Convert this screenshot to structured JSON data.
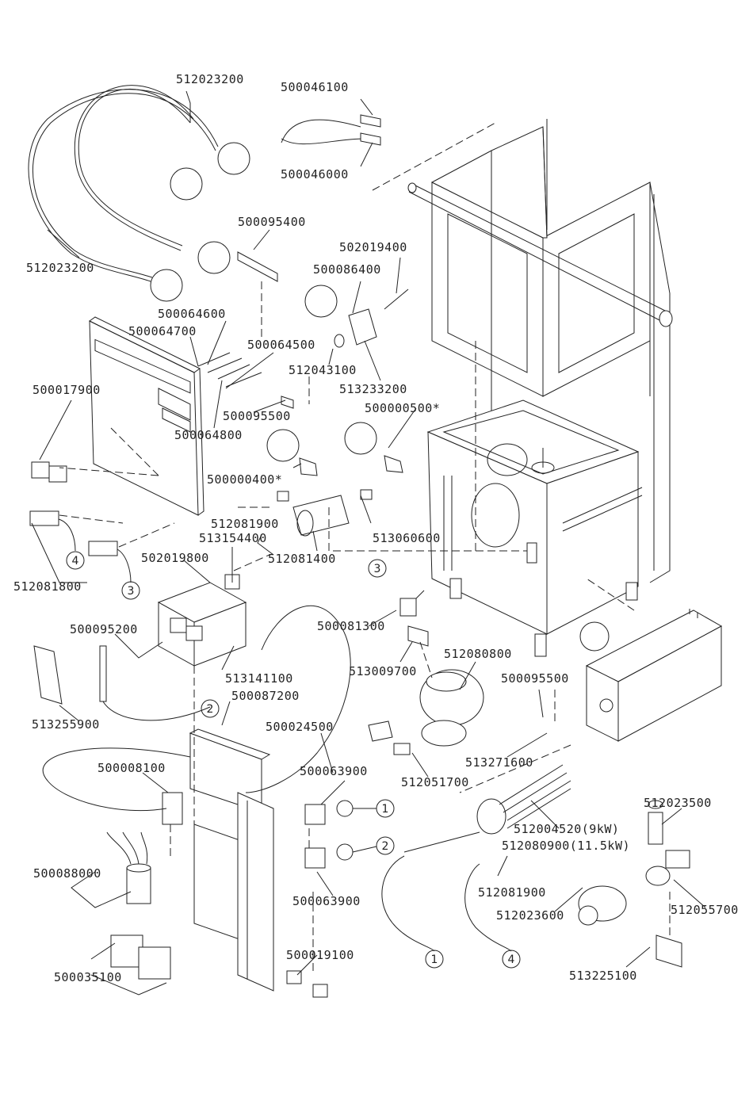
{
  "diagram": {
    "part_labels": {
      "p512023200_top": "512023200",
      "p500046100": "500046100",
      "p500046000": "500046000",
      "p512023200_left": "512023200",
      "p500095400": "500095400",
      "p502019400": "502019400",
      "p500086400": "500086400",
      "p500064600": "500064600",
      "p500064700": "500064700",
      "p500064500": "500064500",
      "p512043100": "512043100",
      "p513233200": "513233200",
      "p500017900": "500017900",
      "p500095500_a": "500095500",
      "p500000500": "500000500*",
      "p500064800": "500064800",
      "p500000400": "500000400*",
      "p512081900_a": "512081900",
      "p513154400": "513154400",
      "p513060600": "513060600",
      "p502019800": "502019800",
      "p512081400": "512081400",
      "p512081800": "512081800",
      "p500081300": "500081300",
      "p500095200": "500095200",
      "p513009700": "513009700",
      "p512080800": "512080800",
      "p513141100": "513141100",
      "p500095500_b": "500095500",
      "p500087200": "500087200",
      "p513255900": "513255900",
      "p500024500": "500024500",
      "p513271600": "513271600",
      "p500008100": "500008100",
      "p500063900_a": "500063900",
      "p512051700": "512051700",
      "p512023500": "512023500",
      "p512004520": "512004520(9kW)",
      "p512080900": "512080900(11.5kW)",
      "p500088000": "500088000",
      "p512081900_b": "512081900",
      "p512055700": "512055700",
      "p500063900_b": "500063900",
      "p512023600": "512023600",
      "p500019100": "500019100",
      "p500035100": "500035100",
      "p513225100": "513225100"
    },
    "connector_refs": {
      "c4_left": "4",
      "c3_left": "3",
      "c3_mid": "3",
      "c2_mid": "2",
      "c1_right": "1",
      "c2_right": "2",
      "c1_bottom": "1",
      "c4_bottom": "4"
    }
  }
}
